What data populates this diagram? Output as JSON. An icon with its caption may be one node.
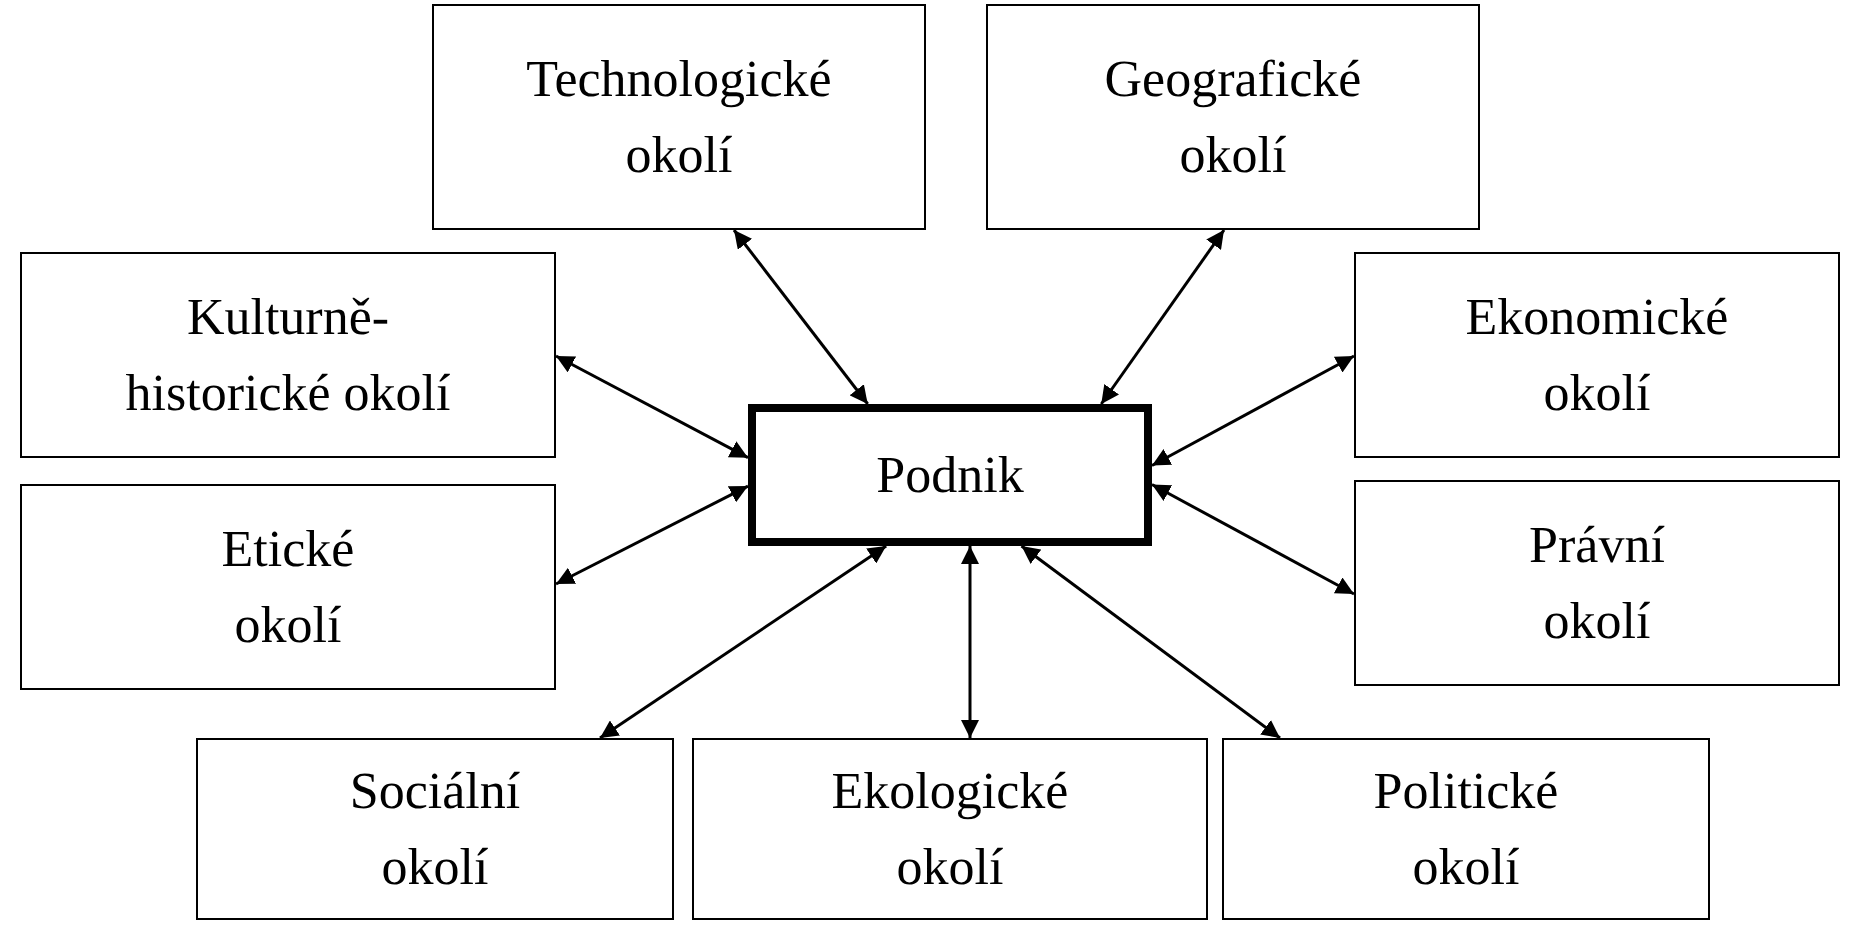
{
  "diagram": {
    "nodes": [
      {
        "text": [
          "Technologické okolí"
        ]
      },
      {
        "text": [
          "Geografické okolí"
        ]
      },
      {
        "text": [
          "Kulturně-historické okolí"
        ]
      },
      {
        "text": [
          "Ekonomické okolí"
        ]
      },
      {
        "text": [
          "Podnik"
        ]
      },
      {
        "text": [
          "Etické okolí"
        ]
      },
      {
        "text": [
          "Právní okolí"
        ]
      },
      {
        "text": [
          "Sociální okolí"
        ]
      },
      {
        "text": [
          "Ekologické okolí"
        ]
      },
      {
        "text": [
          "Politické okolí"
        ]
      }
    ],
    "edges": [
      {
        "from": 4,
        "to": 0,
        "arrow": "both"
      },
      {
        "from": 4,
        "to": 1,
        "arrow": "both"
      },
      {
        "from": 4,
        "to": 2,
        "arrow": "both"
      },
      {
        "from": 4,
        "to": 3,
        "arrow": "both"
      },
      {
        "from": 4,
        "to": 5,
        "arrow": "both"
      },
      {
        "from": 4,
        "to": 6,
        "arrow": "both"
      },
      {
        "from": 4,
        "to": 7,
        "arrow": "both"
      },
      {
        "from": 4,
        "to": 8,
        "arrow": "both"
      },
      {
        "from": 4,
        "to": 9,
        "arrow": "both"
      }
    ]
  }
}
